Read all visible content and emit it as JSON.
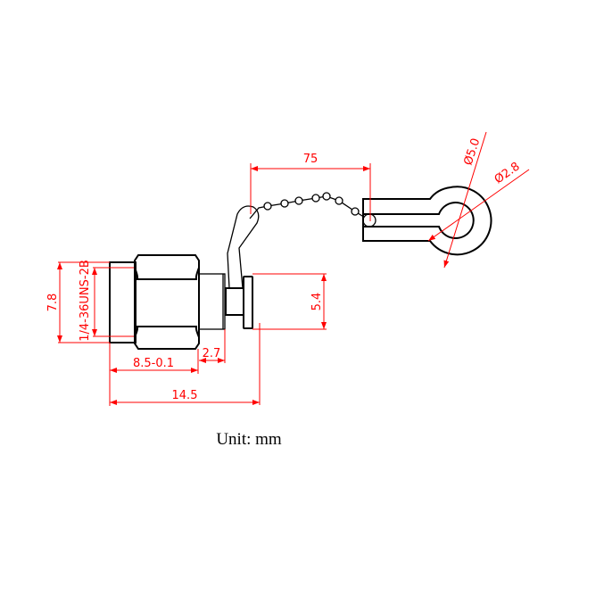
{
  "dimensions": {
    "chain_length": "75",
    "ring_outer_diameter": "Ø5.0",
    "ring_inner_diameter": "Ø2.8",
    "hex_across": "7.8",
    "thread": "1/4-36UNS-2B",
    "cap_diameter": "5.4",
    "sleeve_length": "2.7",
    "nut_length": "8.5-0.1",
    "total_length": "14.5"
  },
  "unit_label": "Unit: mm",
  "colors": {
    "dimension": "#ff0000",
    "outline": "#000000"
  }
}
